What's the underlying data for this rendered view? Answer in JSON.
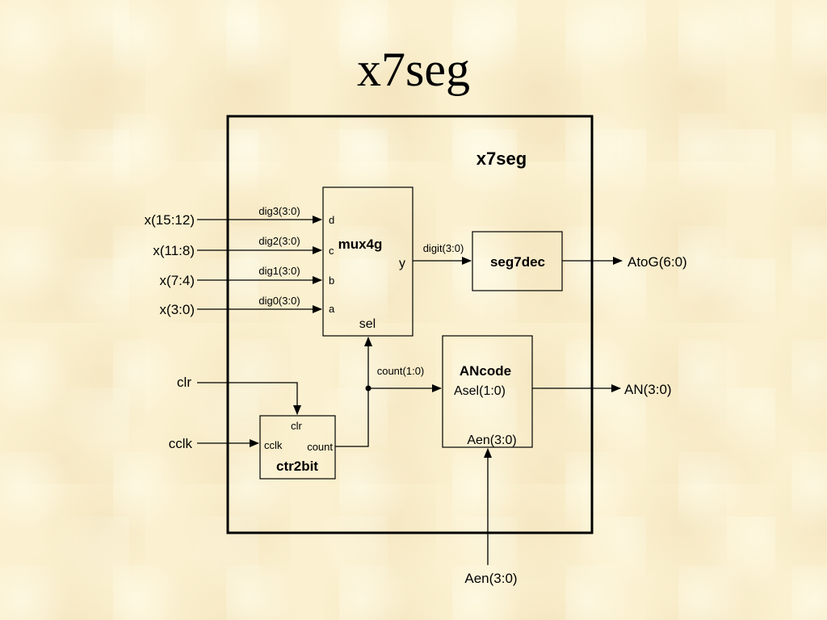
{
  "title": "x7seg",
  "diagram": {
    "outer_label": "x7seg",
    "mux": {
      "name": "mux4g",
      "ports": {
        "d": "d",
        "c": "c",
        "b": "b",
        "a": "a",
        "y": "y",
        "sel": "sel"
      }
    },
    "seg7dec": {
      "name": "seg7dec"
    },
    "ancode": {
      "name": "ANcode",
      "asel": "Asel(1:0)",
      "aen": "Aen(3:0)"
    },
    "ctr": {
      "name": "ctr2bit",
      "clr": "clr",
      "cclk": "cclk",
      "count": "count"
    },
    "inputs": {
      "x15_12": "x(15:12)",
      "x11_8": "x(11:8)",
      "x7_4": "x(7:4)",
      "x3_0": "x(3:0)",
      "clr": "clr",
      "cclk": "cclk",
      "aen": "Aen(3:0)"
    },
    "signals": {
      "dig3": "dig3(3:0)",
      "dig2": "dig2(3:0)",
      "dig1": "dig1(3:0)",
      "dig0": "dig0(3:0)",
      "digit": "digit(3:0)",
      "count": "count(1:0)"
    },
    "outputs": {
      "atog": "AtoG(6:0)",
      "an": "AN(3:0)"
    }
  }
}
